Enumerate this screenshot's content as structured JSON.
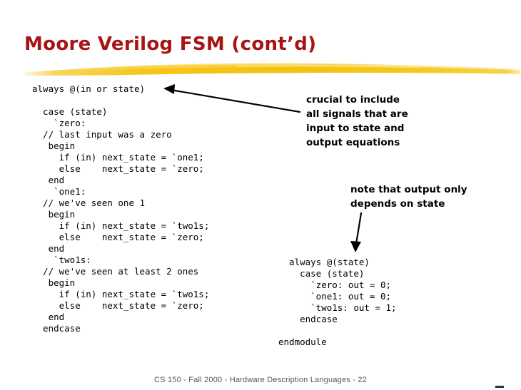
{
  "slide": {
    "title": "Moore Verilog FSM (cont’d)",
    "title_color": "#a61414",
    "brush_color": "#f5c518",
    "footer": "CS 150 - Fall 2000 - Hardware Description Languages - 22"
  },
  "code_main": {
    "name": "next-state-logic-code",
    "lines": [
      "always @(in or state)",
      "",
      "  case (state)",
      "    `zero:",
      "  // last input was a zero",
      "   begin",
      "     if (in) next_state = `one1;",
      "     else    next_state = `zero;",
      "   end",
      "    `one1:",
      "  // we've seen one 1",
      "   begin",
      "     if (in) next_state = `two1s;",
      "     else    next_state = `zero;",
      "   end",
      "    `two1s:",
      "  // we've seen at least 2 ones",
      "   begin",
      "     if (in) next_state = `two1s;",
      "     else    next_state = `zero;",
      "   end",
      "  endcase"
    ]
  },
  "code_output": {
    "name": "output-logic-code",
    "lines": [
      "  always @(state)",
      "    case (state)",
      "      `zero: out = 0;",
      "      `one1: out = 0;",
      "      `two1s: out = 1;",
      "    endcase",
      "",
      "endmodule"
    ]
  },
  "annotations": {
    "crucial": {
      "text": "crucial to include\nall signals that are\ninput to state and\noutput equations"
    },
    "output_note": {
      "text": "note that output only\ndepends on state"
    }
  },
  "icons": {
    "arrow_left": "arrow-pointing-left",
    "arrow_down": "arrow-pointing-down"
  }
}
